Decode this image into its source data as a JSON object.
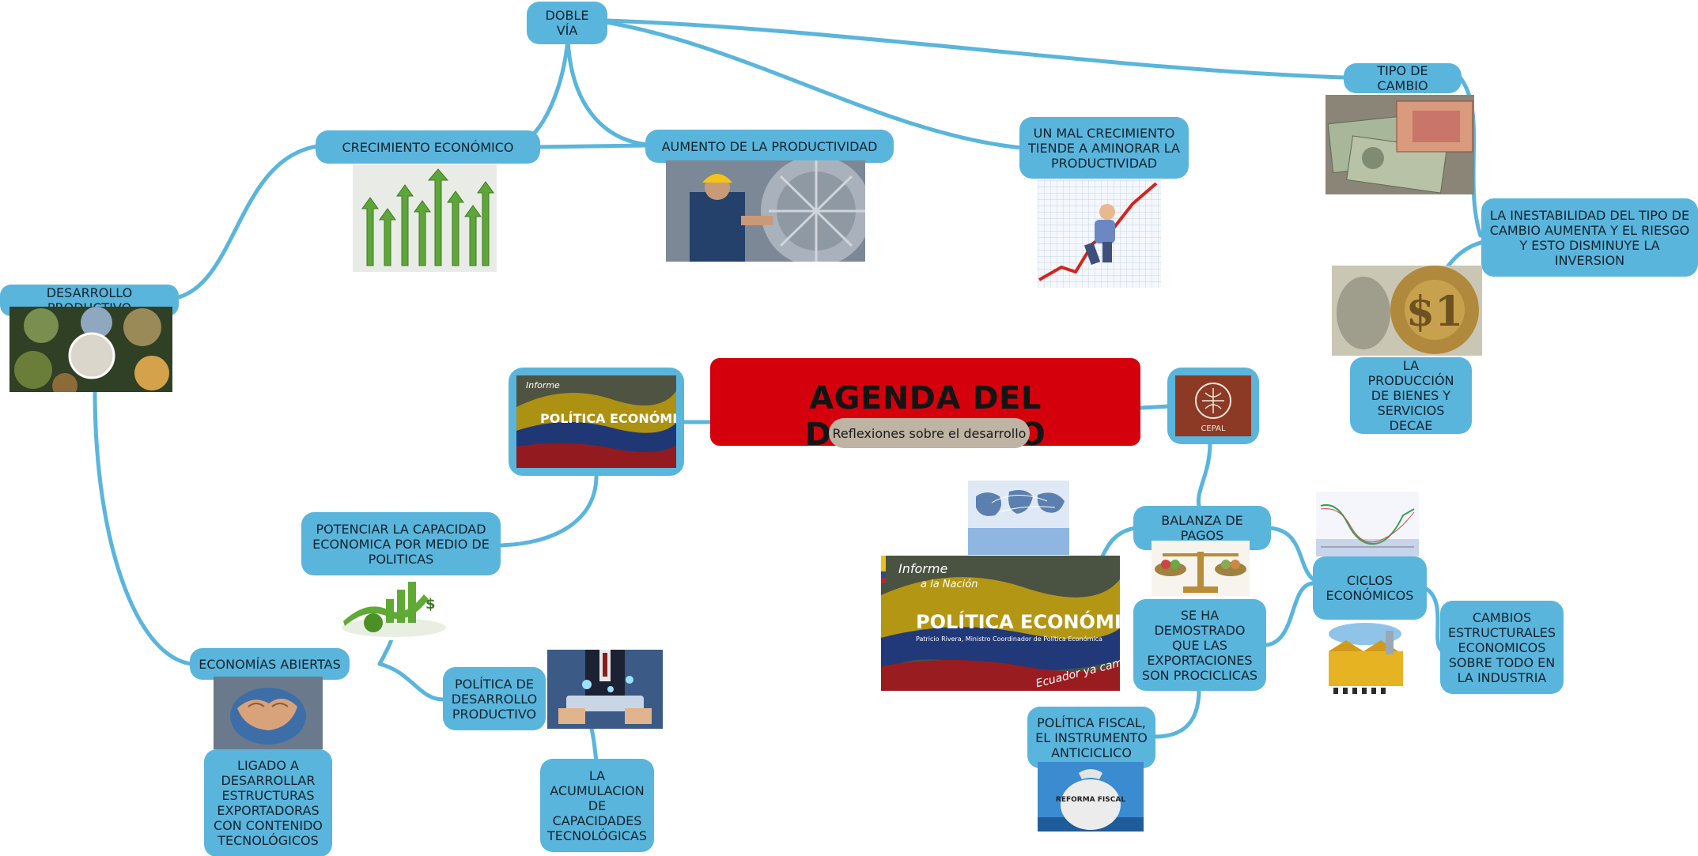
{
  "central": {
    "title": "AGENDA DEL DESARROLLO",
    "subtitle": "Reflexiones sobre el desarrollo"
  },
  "nodes": {
    "doble_via": "DOBLE VÍA",
    "crecimiento": "CRECIMIENTO ECONÓMICO",
    "productividad": "AUMENTO DE LA PRODUCTIVIDAD",
    "mal_crecimiento": "UN MAL CRECIMIENTO\nTIENDE A AMINORAR LA\nPRODUCTIVIDAD",
    "tipo_cambio": "TIPO DE CAMBIO",
    "inestabilidad": "LA INESTABILIDAD DEL TIPO DE\nCAMBIO AUMENTA Y EL RIESGO\nY ESTO DISMINUYE LA\nINVERSION",
    "produccion": "LA PRODUCCIÓN\nDE BIENES Y\nSERVICIOS\nDECAE",
    "desarrollo_productivo": "DESARROLLO PRODUCTIVO",
    "potenciar": "POTENCIAR LA CAPACIDAD\nECONOMICA POR MEDIO DE\nPOLITICAS",
    "economias_abiertas": "ECONOMÍAS ABIERTAS",
    "politica_desarrollo": "POLÍTICA DE\nDESARROLLO\nPRODUCTIVO",
    "ligado": "LIGADO A\nDESARROLLAR\nESTRUCTURAS\nEXPORTADORAS\nCON CONTENIDO\nTECNOLÓGICOS",
    "acumulacion": "LA\nACUMULACION\nDE\nCAPACIDADES\nTECNOLÓGICAS",
    "balanza": "BALANZA DE PAGOS",
    "ciclos": "CICLOS\nECONÓMICOS",
    "cambios": "CAMBIOS\nESTRUCTURALES\nECONOMICOS\nSOBRE TODO EN\nLA INDUSTRIA",
    "exportaciones": "SE HA\nDEMOSTRADO\nQUE LAS\nEXPORTACIONES\nSON PROCICLICAS",
    "fiscal": "POLÍTICA FISCAL,\nEL INSTRUMENTO\nANTICICLICO"
  },
  "image_text": {
    "informe": "Informe",
    "nacion": "a la Nación",
    "politica_economica": "POLÍTICA ECONÓMICA",
    "ministro": "Patricio Rivera, Ministro Coordinador de Política Económica",
    "ecuador": "Ecuador ya cambió",
    "cepal": "CEPAL",
    "reforma": "REFORMA FISCAL"
  },
  "colors": {
    "node": "#5ab5dc",
    "central": "#d4000c",
    "subtitle": "#bfb3a3"
  }
}
